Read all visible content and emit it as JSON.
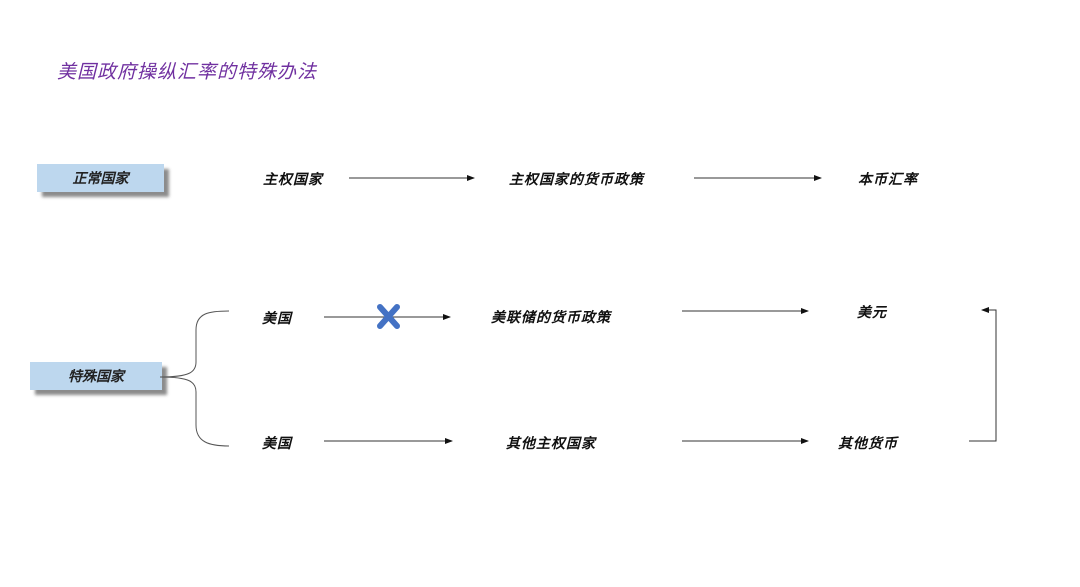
{
  "title": "美国政府操纵汇率的特殊办法",
  "boxes": {
    "normal": "正常国家",
    "special": "特殊国家"
  },
  "row1": {
    "node1": "主权国家",
    "node2": "主权国家的货币政策",
    "node3": "本币汇率"
  },
  "row2": {
    "node1": "美国",
    "node2": "美联储的货币政策",
    "node3": "美元"
  },
  "row3": {
    "node1": "美国",
    "node2": "其他主权国家",
    "node3": "其他货币"
  },
  "colors": {
    "title": "#7030A0",
    "box_fill": "#BDD7EE",
    "cross": "#4472C4",
    "line": "#333333"
  }
}
